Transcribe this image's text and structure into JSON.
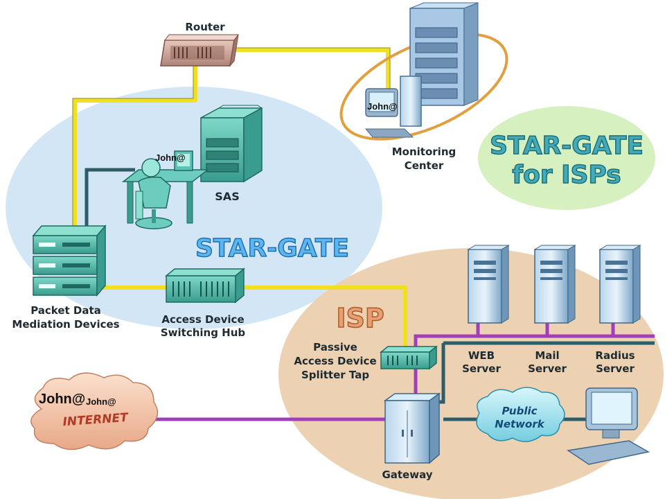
{
  "labels": {
    "router": "Router",
    "monitoring_1": "Monitoring",
    "monitoring_2": "Center",
    "sas": "SAS",
    "packet_1": "Packet Data",
    "packet_2": "Mediation Devices",
    "hub_1": "Access Device",
    "hub_2": "Switching Hub",
    "tap_1": "Passive",
    "tap_2": "Access Device",
    "tap_3": "Splitter Tap",
    "web_1": "WEB",
    "web_2": "Server",
    "mail_1": "Mail",
    "mail_2": "Server",
    "radius_1": "Radius",
    "radius_2": "Server",
    "gateway": "Gateway",
    "internet": "INTERNET",
    "public_1": "Public",
    "public_2": "Network"
  },
  "titles": {
    "stargate": "STAR-GATE",
    "isp": "ISP",
    "badge_1": "STAR-GATE",
    "badge_2": "for ISPs"
  },
  "john": {
    "monitor": "John@",
    "operator": "John@",
    "internet_big": "John@",
    "internet_small": "John@"
  },
  "colors": {
    "stargate_zone": "#d2e6f5",
    "isp_zone": "#ecd2b2",
    "badge_zone": "#d6f0c0",
    "yellow_link": "#f0e020",
    "purple_link": "#a040b8",
    "teal_link": "#2e5d6a",
    "device_teal": "#5cc4b4"
  }
}
